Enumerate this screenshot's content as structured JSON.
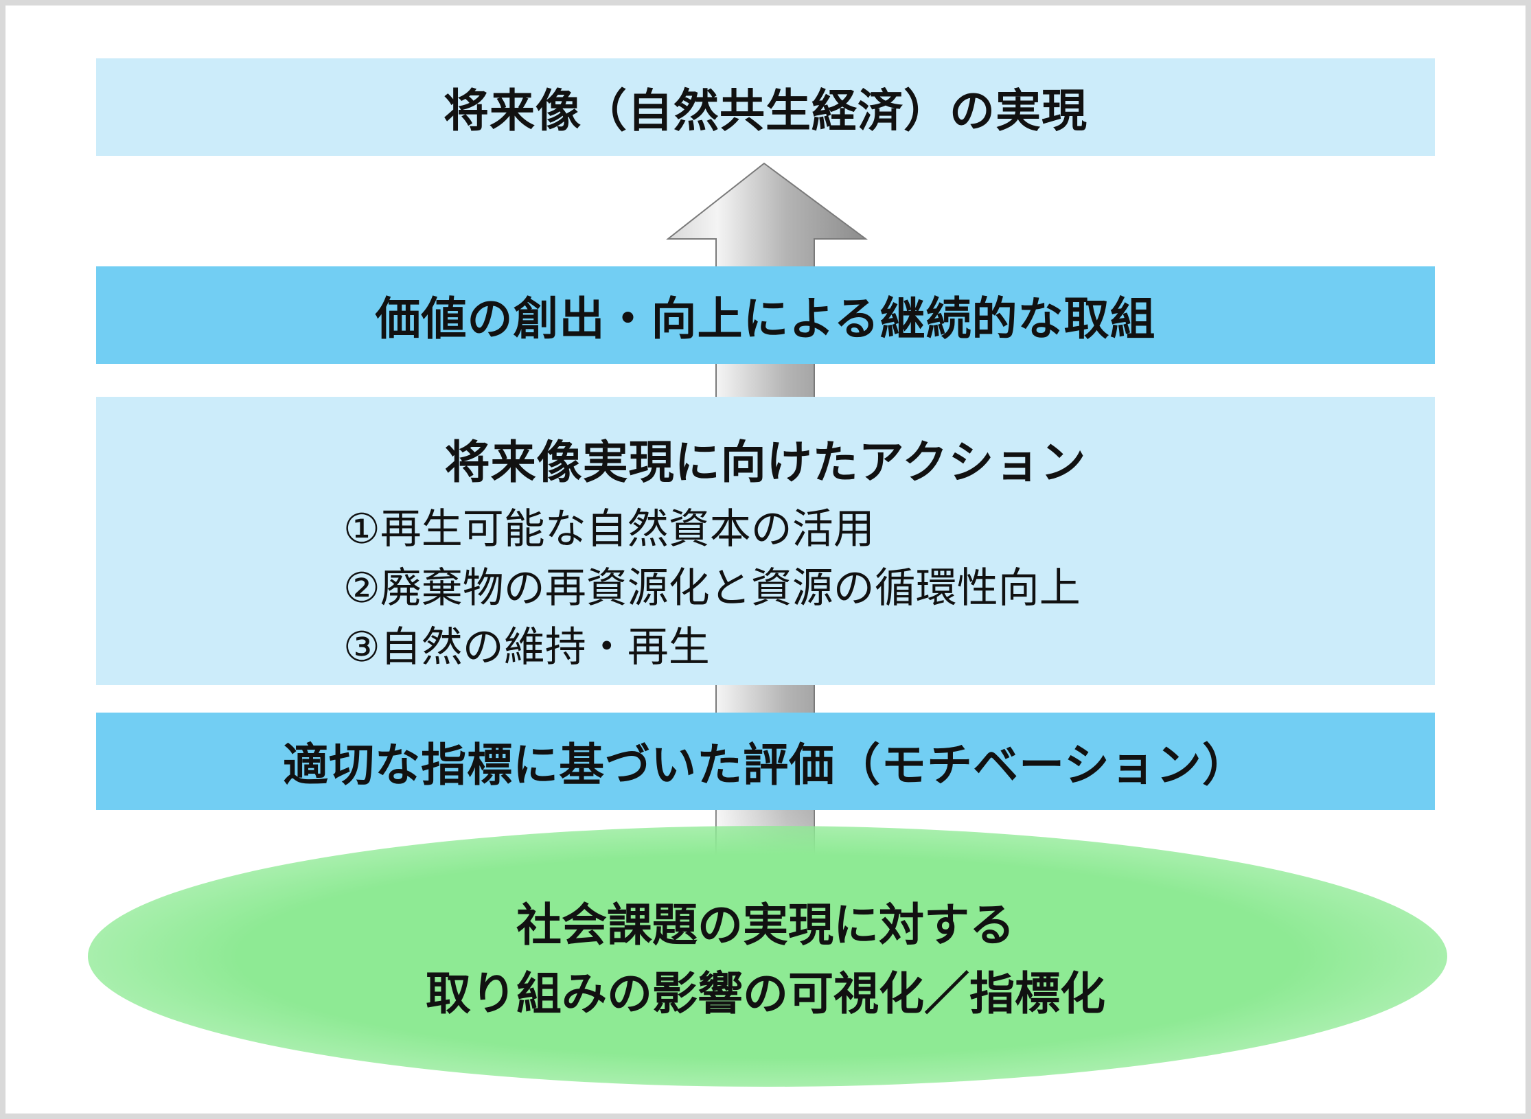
{
  "diagram": {
    "goal": "将来像（自然共生経済）の実現",
    "value_creation": "価値の創出・向上による継続的な取組",
    "actions": {
      "title": "将来像実現に向けたアクション",
      "items": [
        "①再生可能な自然資本の活用",
        "②廃棄物の再資源化と資源の循環性向上",
        "③自然の維持・再生"
      ]
    },
    "evaluation": "適切な指標に基づいた評価（モチベーション）",
    "foundation": {
      "line1": "社会課題の実現に対する",
      "line2": "取り組みの影響の可視化／指標化"
    }
  },
  "colors": {
    "light_band": "#ccecfa",
    "mid_band": "#72cef3",
    "ellipse": "#8eea94",
    "arrow": "#9a9a9a"
  }
}
